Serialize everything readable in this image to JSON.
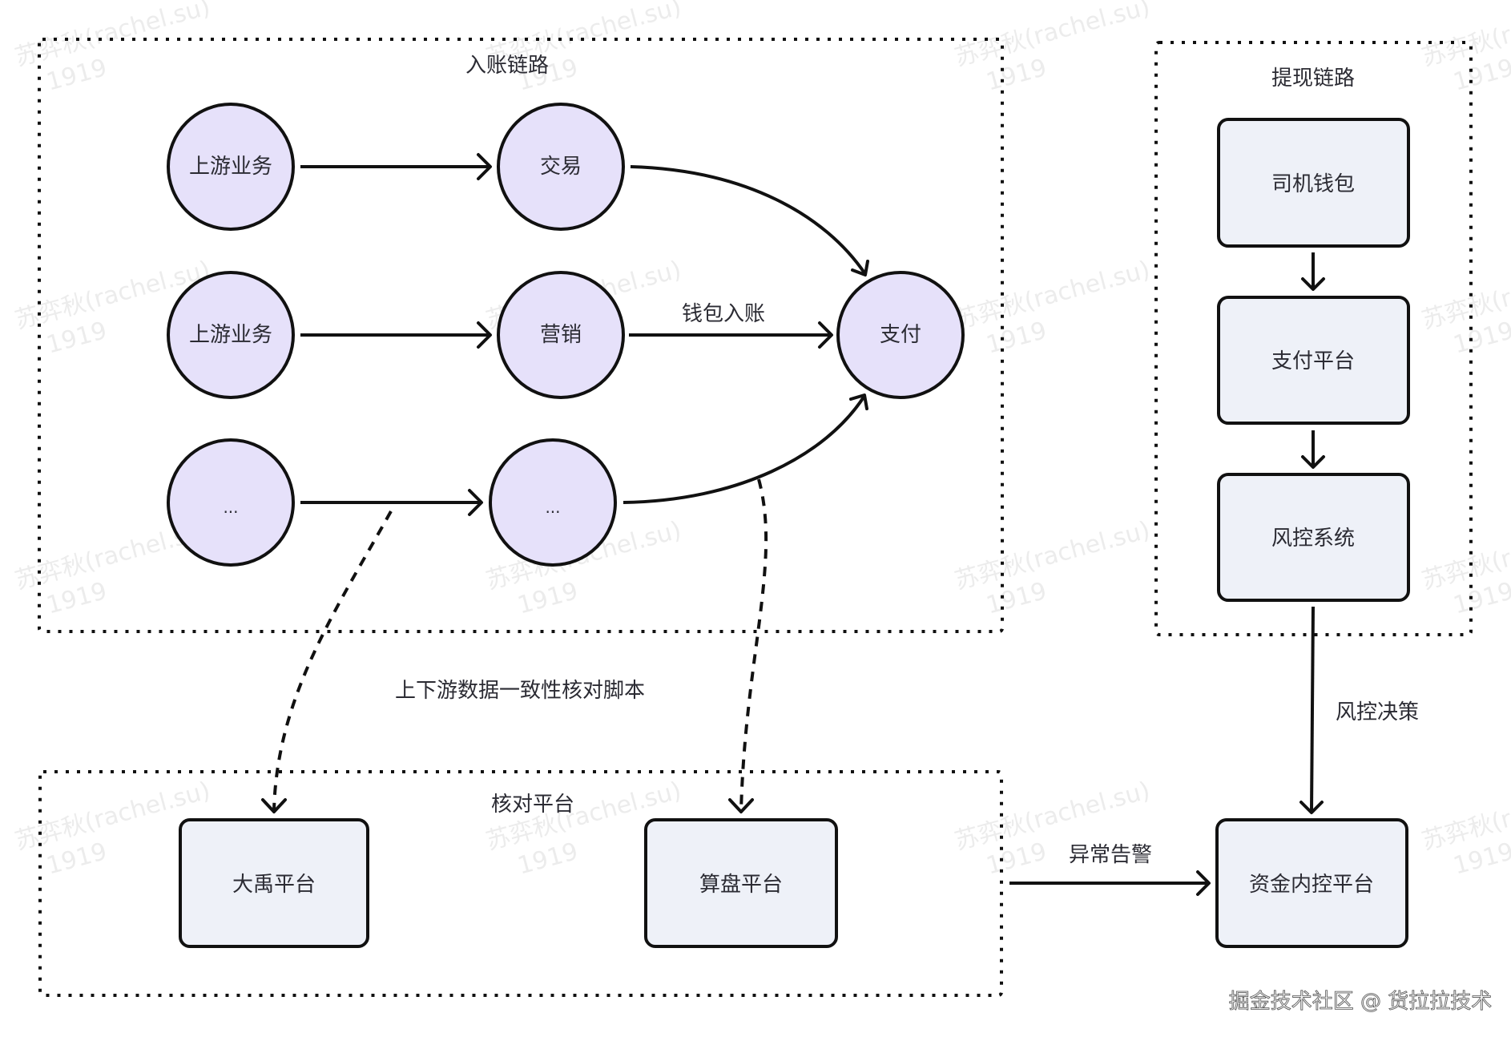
{
  "frames": {
    "ingest": {
      "label": "入账链路"
    },
    "withdraw": {
      "label": "提现链路"
    },
    "reconcile": {
      "label": "核对平台"
    }
  },
  "nodes": {
    "upstream_1": "上游业务",
    "trade": "交易",
    "upstream_2": "上游业务",
    "marketing": "营销",
    "upstream_3": "...",
    "other": "...",
    "payment": "支付",
    "driver_wallet": "司机钱包",
    "payment_platform": "支付平台",
    "risk_system": "风控系统",
    "dayu_platform": "大禹平台",
    "suanpan_platform": "算盘平台",
    "fund_control_platform": "资金内控平台"
  },
  "edge_labels": {
    "wallet_credit": "钱包入账",
    "consistency_script": "上下游数据一致性核对脚本",
    "risk_decision": "风控决策",
    "anomaly_alert": "异常告警"
  },
  "watermark": {
    "name": "苏弈秋(rachel.su)",
    "id": "1919"
  },
  "footer": "掘金技术社区 @ 货拉拉技术",
  "colors": {
    "circle_fill": "#e6e1fa",
    "box_fill": "#eef1f8",
    "stroke": "#111111",
    "text": "#2b2b33"
  }
}
